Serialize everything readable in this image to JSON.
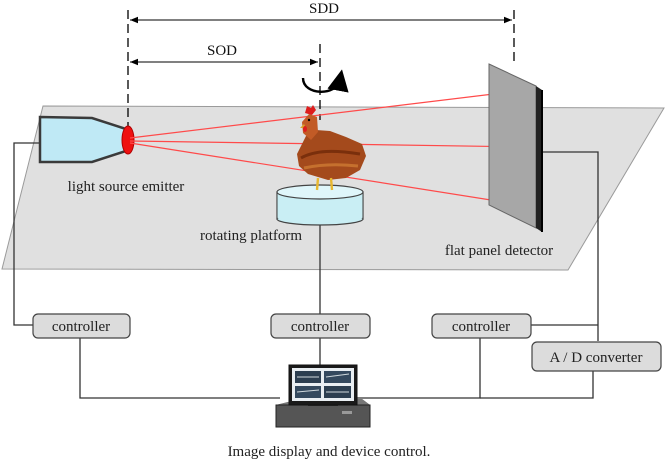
{
  "dimensions": {
    "sdd_label": "SDD",
    "sod_label": "SOD"
  },
  "components": {
    "emitter_label": "light source emitter",
    "platform_label": "rotating platform",
    "detector_label": "flat panel detector",
    "controller_left_label": "controller",
    "controller_center_label": "controller",
    "controller_right_label": "controller",
    "converter_label": "A / D converter",
    "computer_label": "Image display and device control."
  },
  "colors": {
    "beam": "#ff4a4a",
    "emitter_fill": "#bfe9f5",
    "emitter_lens": "#ee1111",
    "platform_fill": "#c9eef4",
    "plane_fill": "#e0e0e0",
    "controller_fill": "#dcdcdc",
    "detector_fill": "#a7a7a7"
  },
  "icons": {
    "rotation": "rotation-arrow-icon",
    "subject": "hen-icon",
    "computer": "computer-workstation-icon"
  }
}
